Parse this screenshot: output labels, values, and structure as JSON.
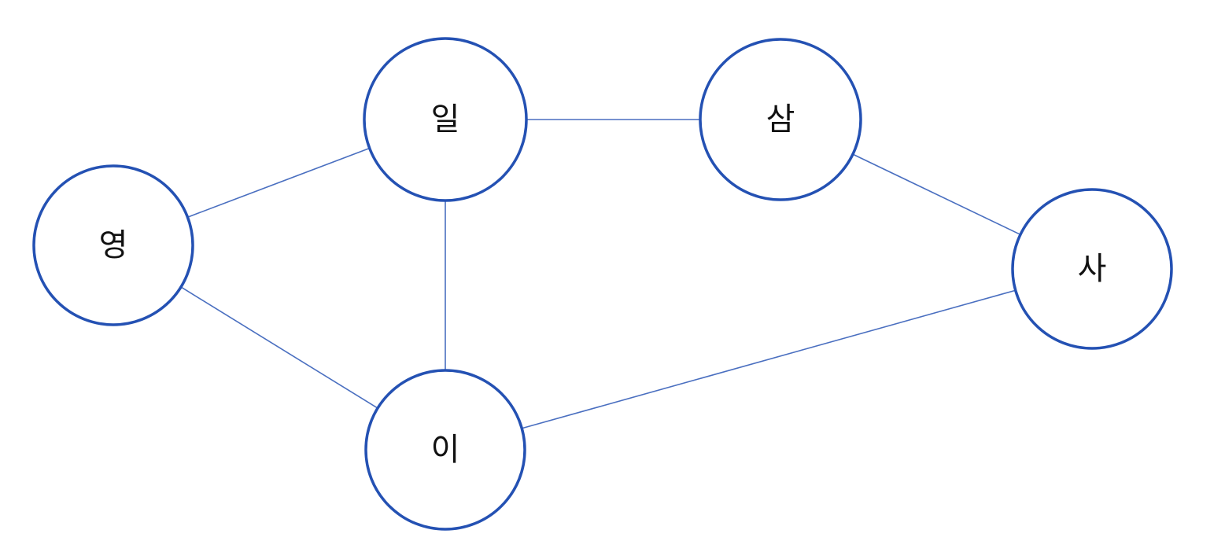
{
  "graph": {
    "nodes": [
      {
        "id": "n0",
        "label": "영"
      },
      {
        "id": "n1",
        "label": "일"
      },
      {
        "id": "n2",
        "label": "이"
      },
      {
        "id": "n3",
        "label": "삼"
      },
      {
        "id": "n4",
        "label": "사"
      }
    ],
    "edges": [
      {
        "from": "n0",
        "to": "n1"
      },
      {
        "from": "n0",
        "to": "n2"
      },
      {
        "from": "n1",
        "to": "n2"
      },
      {
        "from": "n1",
        "to": "n3"
      },
      {
        "from": "n3",
        "to": "n4"
      },
      {
        "from": "n2",
        "to": "n4"
      }
    ]
  },
  "colors": {
    "node_stroke": "#2451b3",
    "edge_stroke": "#4a6fc0",
    "background": "#ffffff"
  }
}
